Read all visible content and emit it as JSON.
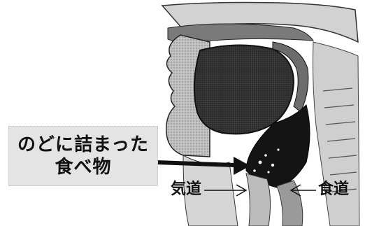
{
  "callout": {
    "line1": "のどに詰まった",
    "line2": "食べ物"
  },
  "labels": {
    "airway": "気道",
    "esophagus": "食道"
  }
}
